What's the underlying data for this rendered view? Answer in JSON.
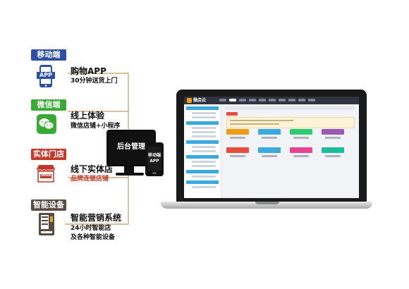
{
  "categories": [
    {
      "id": "mobile",
      "label": "移动端",
      "color": "#2e4fa3",
      "icon": "app-icon",
      "icon_text": "APP",
      "title": "购物APP",
      "subtitle": "30分钟送货上门",
      "subtitle_color": "#111111"
    },
    {
      "id": "wechat",
      "label": "微信端",
      "color": "#3aa935",
      "icon": "wechat-icon",
      "title": "线上体验",
      "subtitle": "微信店铺+小程序",
      "subtitle_color": "#111111"
    },
    {
      "id": "store",
      "label": "实体门店",
      "color": "#c0392b",
      "icon": "storefront-icon",
      "icon_text": "OPEN",
      "title": "线下实体店",
      "subtitle": "品牌连锁店铺",
      "subtitle_color": "#c0392b"
    },
    {
      "id": "device",
      "label": "智能设备",
      "color": "#5b4a42",
      "icon": "vending-machine-icon",
      "title": "智能营销系统",
      "subtitle": "24小时智能店",
      "subtitle_2": "及各种智能设备",
      "subtitle_color": "#111111"
    }
  ],
  "backend": {
    "monitor_text": "后台管理",
    "phone_text_1": "移动端",
    "phone_text_2": "APP"
  },
  "laptop": {
    "logo_text": "微店云"
  },
  "colors": {
    "connector": "#c79a63",
    "card_colors": [
      "#f39c12",
      "#3aa9df",
      "#2ecc71",
      "#9b59b6",
      "#e74c3c",
      "#3aa9df",
      "#e84393",
      "#1abc9c"
    ]
  }
}
